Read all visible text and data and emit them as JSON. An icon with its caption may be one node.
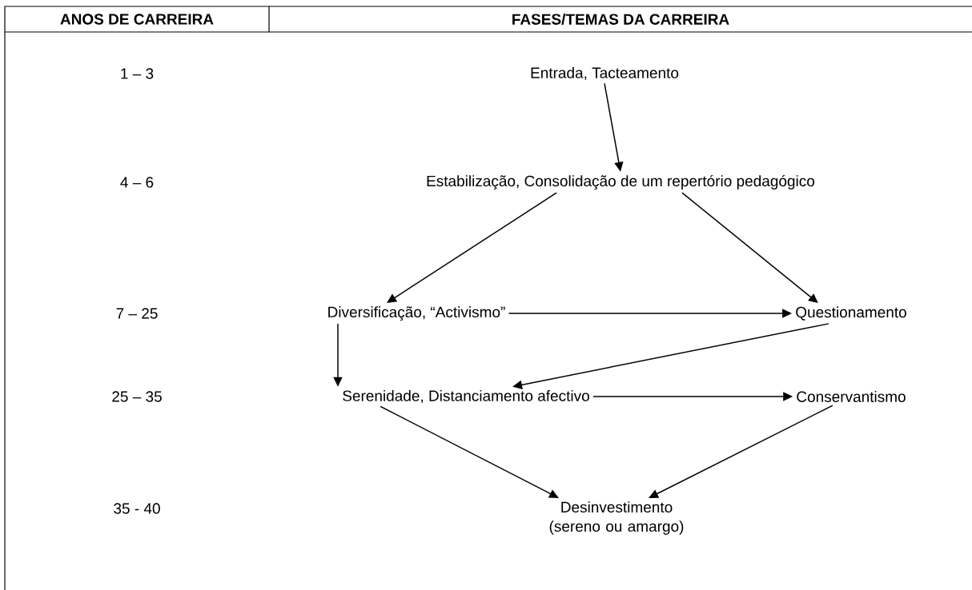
{
  "diagram": {
    "nodes": [
      {
        "text": [
          "Entrada, Tacteamento"
        ]
      },
      {
        "text": [
          "Estabilização, Consolidação de um repertório pedagógico"
        ]
      },
      {
        "text": [
          "Diversificação, “Activismo”"
        ]
      },
      {
        "text": [
          "Questionamento"
        ]
      },
      {
        "text": [
          "Serenidade, Distanciamento afectivo"
        ]
      },
      {
        "text": [
          "Conservantismo"
        ]
      },
      {
        "text": [
          "Desinvestimento (sereno ou amargo)"
        ]
      }
    ],
    "edges": [
      {
        "from": 0,
        "to": 1,
        "arrow": "to"
      },
      {
        "from": 1,
        "to": 2,
        "arrow": "to"
      },
      {
        "from": 1,
        "to": 3,
        "arrow": "to"
      },
      {
        "from": 2,
        "to": 3,
        "arrow": "to"
      },
      {
        "from": 2,
        "to": 4,
        "arrow": "to"
      },
      {
        "from": 3,
        "to": 4,
        "arrow": "to"
      },
      {
        "from": 4,
        "to": 5,
        "arrow": "to"
      },
      {
        "from": 4,
        "to": 6,
        "arrow": "to"
      },
      {
        "from": 5,
        "to": 6,
        "arrow": "to"
      }
    ],
    "labels": [
      "ANOS DE CARREIRA",
      "FASES/TEMAS DA CARREIRA",
      "1 – 3",
      "4 – 6",
      "7 – 25",
      "25 – 35",
      "35 - 40"
    ]
  }
}
